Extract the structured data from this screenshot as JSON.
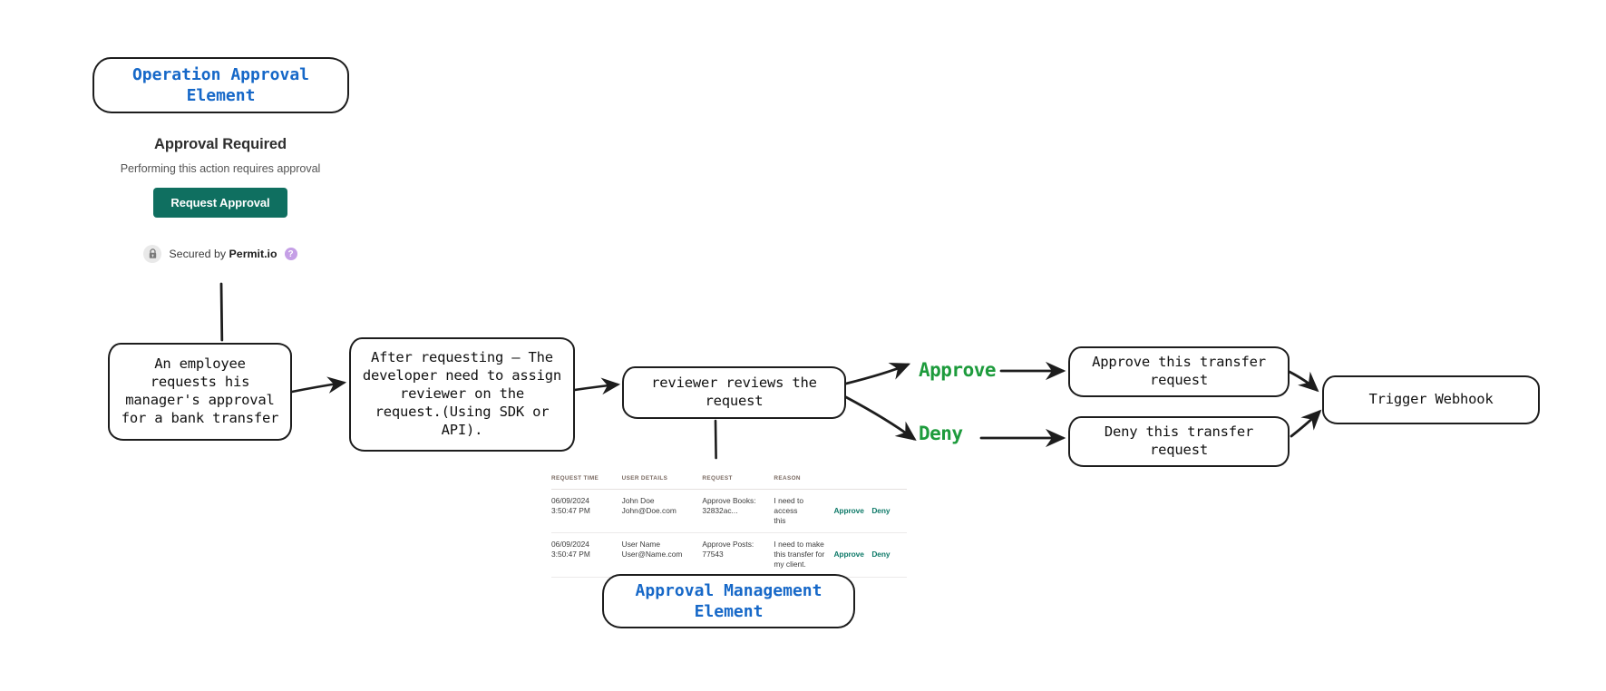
{
  "labels": {
    "operation_element": "Operation Approval Element",
    "management_element": "Approval Management Element"
  },
  "approval_element": {
    "title": "Approval Required",
    "subtitle": "Performing this action requires approval",
    "button_label": "Request Approval",
    "secured_prefix": "Secured by ",
    "secured_brand": "Permit.io",
    "help_glyph": "?",
    "lock_icon": "lock-icon"
  },
  "flow": {
    "step1": "An employee\nrequests his\nmanager's approval\nfor a bank transfer",
    "step2": "After requesting — The\ndeveloper need to assign\nreviewer on the\nrequest.(Using SDK or\nAPI).",
    "step3": "reviewer reviews the\nrequest",
    "branch_approve": "Approve",
    "branch_deny": "Deny",
    "approve_box": "Approve this transfer\nrequest",
    "deny_box": "Deny this transfer\nrequest",
    "webhook_box": "Trigger Webhook"
  },
  "requests_table": {
    "headers": [
      "REQUEST TIME",
      "USER DETAILS",
      "REQUEST",
      "REASON",
      "",
      ""
    ],
    "rows": [
      {
        "time": "06/09/2024\n3:50:47 PM",
        "user": "John Doe\nJohn@Doe.com",
        "request": "Approve Books:\n32832ac...",
        "reason": "I need to access\nthis",
        "approve_label": "Approve",
        "deny_label": "Deny"
      },
      {
        "time": "06/09/2024\n3:50:47 PM",
        "user": "User Name\nUser@Name.com",
        "request": "Approve Posts:\n77543",
        "reason": "I need to make\nthis transfer for\nmy client.",
        "approve_label": "Approve",
        "deny_label": "Deny"
      }
    ]
  },
  "colors": {
    "label_blue": "#1668c8",
    "brand_teal": "#0f6f60",
    "branch_green": "#1d9b3c",
    "action_teal": "#0f7a69",
    "help_purple": "#c59fe6",
    "stroke": "#1d1d1d"
  }
}
